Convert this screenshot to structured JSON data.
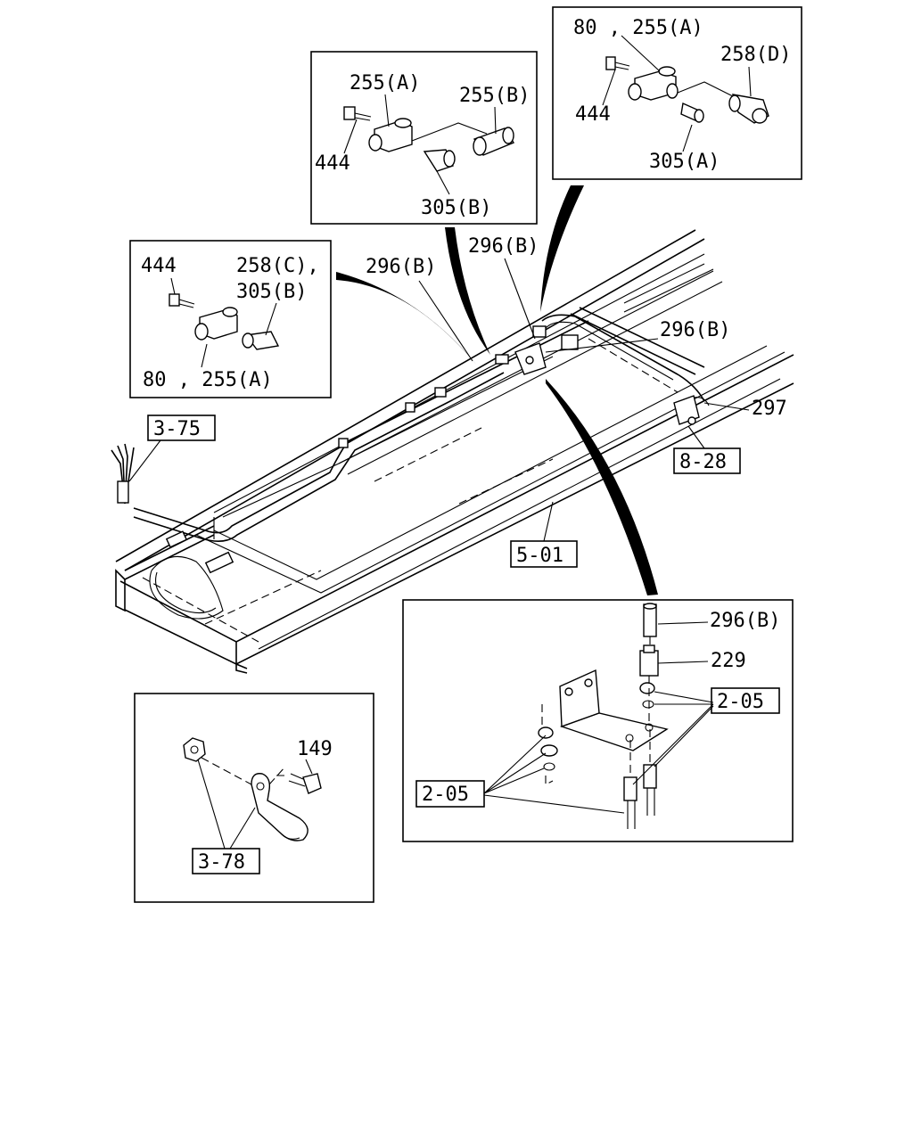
{
  "labels": {
    "tl_80_255a": "80 , 255(A)",
    "tl_258d": "258(D)",
    "tl_444": "444",
    "tl_305a": "305(A)",
    "tm_255a": "255(A)",
    "tm_255b": "255(B)",
    "tm_444": "444",
    "tm_305b": "305(B)",
    "l_444": "444",
    "l_258c": "258(C),",
    "l_305b": "305(B)",
    "l_80_255a": "80 , 255(A)",
    "p296b_1": "296(B)",
    "p296b_2": "296(B)",
    "p296b_3": "296(B)",
    "p297": "297",
    "ref_3_75": "3-75",
    "ref_8_28": "8-28",
    "ref_5_01": "5-01",
    "br_296b": "296(B)",
    "br_229": "229",
    "br_2_05a": "2-05",
    "br_2_05b": "2-05",
    "bl_149": "149",
    "bl_3_78": "3-78"
  }
}
